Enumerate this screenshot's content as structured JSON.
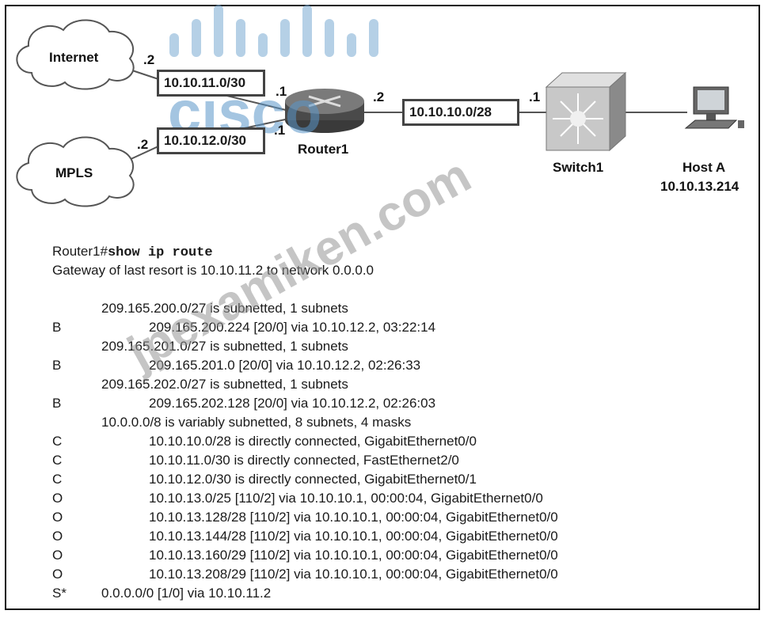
{
  "diagram": {
    "internet_label": "Internet",
    "mpls_label": "MPLS",
    "internet_dot": ".2",
    "mpls_dot": ".2",
    "subnet_internet": "10.10.11.0/30",
    "subnet_mpls": "10.10.12.0/30",
    "router_dot_internet": ".1",
    "router_dot_mpls": ".1",
    "router_dot_lan": ".2",
    "subnet_lan": "10.10.10.0/28",
    "switch_dot": ".1",
    "router_label": "Router1",
    "switch_label": "Switch1",
    "host_label": "Host A",
    "host_ip": "10.10.13.214"
  },
  "output": {
    "prompt": "Router1#",
    "command": "show ip route",
    "gateway": "Gateway of last resort is 10.10.11.2 to network 0.0.0.0",
    "rows": [
      {
        "code": "",
        "level": 1,
        "text": "209.165.200.0/27 is subnetted, 1 subnets"
      },
      {
        "code": "B",
        "level": 2,
        "text": "209.165.200.224 [20/0] via 10.10.12.2, 03:22:14"
      },
      {
        "code": "",
        "level": 1,
        "text": "209.165.201.0/27 is subnetted, 1 subnets"
      },
      {
        "code": "B",
        "level": 2,
        "text": "209.165.201.0 [20/0] via 10.10.12.2, 02:26:33"
      },
      {
        "code": "",
        "level": 1,
        "text": "209.165.202.0/27 is subnetted, 1 subnets"
      },
      {
        "code": "B",
        "level": 2,
        "text": "209.165.202.128 [20/0] via 10.10.12.2, 02:26:03"
      },
      {
        "code": "",
        "level": 1,
        "text": "10.0.0.0/8 is variably subnetted, 8 subnets, 4 masks"
      },
      {
        "code": "C",
        "level": 2,
        "text": "10.10.10.0/28 is directly connected, GigabitEthernet0/0"
      },
      {
        "code": "C",
        "level": 2,
        "text": "10.10.11.0/30 is directly connected, FastEthernet2/0"
      },
      {
        "code": "C",
        "level": 2,
        "text": "10.10.12.0/30 is directly connected, GigabitEthernet0/1"
      },
      {
        "code": "O",
        "level": 2,
        "text": "10.10.13.0/25 [110/2] via 10.10.10.1, 00:00:04, GigabitEthernet0/0"
      },
      {
        "code": "O",
        "level": 2,
        "text": "10.10.13.128/28 [110/2] via 10.10.10.1, 00:00:04, GigabitEthernet0/0"
      },
      {
        "code": "O",
        "level": 2,
        "text": "10.10.13.144/28 [110/2] via 10.10.10.1, 00:00:04, GigabitEthernet0/0"
      },
      {
        "code": "O",
        "level": 2,
        "text": "10.10.13.160/29 [110/2] via 10.10.10.1, 00:00:04, GigabitEthernet0/0"
      },
      {
        "code": "O",
        "level": 2,
        "text": "10.10.13.208/29 [110/2] via 10.10.10.1, 00:00:04, GigabitEthernet0/0"
      },
      {
        "code": "S*",
        "level": 1,
        "text": "0.0.0.0/0 [1/0] via 10.10.11.2"
      }
    ]
  },
  "watermark": {
    "logo_text": "cisco",
    "site_text": "jpexamiken.com"
  }
}
